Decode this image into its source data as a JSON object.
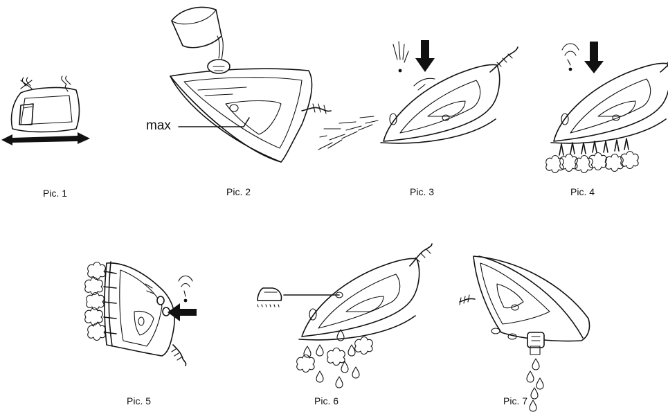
{
  "figures": [
    {
      "id": "pic1",
      "caption": "Pic. 1"
    },
    {
      "id": "pic2",
      "caption": "Pic. 2",
      "label": "max"
    },
    {
      "id": "pic3",
      "caption": "Pic. 3"
    },
    {
      "id": "pic4",
      "caption": "Pic. 4"
    },
    {
      "id": "pic5",
      "caption": "Pic. 5"
    },
    {
      "id": "pic6",
      "caption": "Pic. 6"
    },
    {
      "id": "pic7",
      "caption": "Pic. 7"
    }
  ],
  "icons": [
    "no-steam-icon",
    "max-steam-icon",
    "water-drop-spray-icon",
    "steam-burst-icon",
    "self-clean-iron-icon",
    "press-arrow-icon"
  ]
}
